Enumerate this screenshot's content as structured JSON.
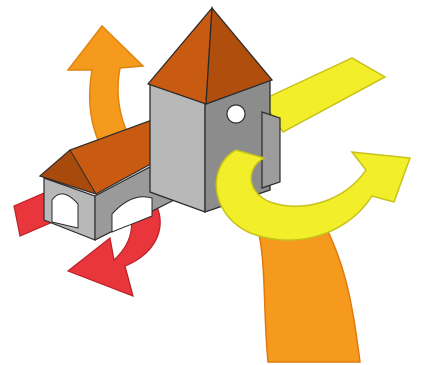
{
  "colors": {
    "background": "#ffffff",
    "arrow_orange": "#f59a1c",
    "arrow_orange_dark": "#ee7f17",
    "arrow_yellow": "#f2ef2a",
    "arrow_yellow_edge": "#d6d21c",
    "arrow_red": "#e8363c",
    "roof": "#c85a12",
    "roof_shadow": "#a84a0c",
    "wall_light": "#b8b8b8",
    "wall_dark": "#808080",
    "outline": "#2b2b2b"
  },
  "arrows": [
    {
      "name": "orange-arrow-up",
      "color_key": "arrow_orange",
      "direction": "up"
    },
    {
      "name": "yellow-arrow-right",
      "color_key": "arrow_yellow",
      "direction": "right"
    },
    {
      "name": "red-arrow-down-left",
      "color_key": "arrow_red",
      "direction": "down-left"
    },
    {
      "name": "orange-road-bottom",
      "color_key": "arrow_orange_dark",
      "direction": "down"
    }
  ],
  "buildings": [
    {
      "name": "tower",
      "roof": "pyramid"
    },
    {
      "name": "gate-house",
      "roof": "gable"
    }
  ]
}
